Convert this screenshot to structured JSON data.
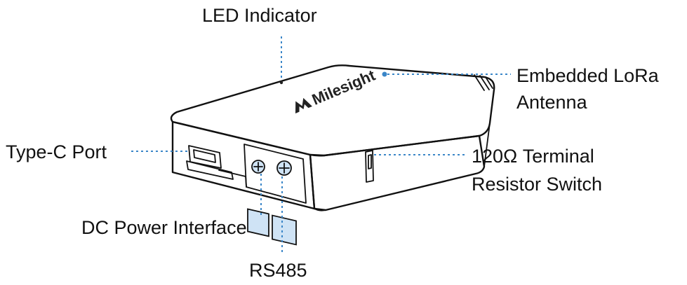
{
  "colors": {
    "leader": "#3a86c8",
    "connector_fill": "#cfe3f5",
    "outline": "#111111",
    "background": "#ffffff"
  },
  "device": {
    "brand": "Milesight"
  },
  "labels": {
    "led_indicator": "LED Indicator",
    "antenna_line1": "Embedded LoRa",
    "antenna_line2": "Antenna",
    "type_c": "Type-C Port",
    "terminal_line1": "120Ω Terminal",
    "terminal_line2": "Resistor Switch",
    "dc_power": "DC Power Interface",
    "rs485": "RS485"
  }
}
